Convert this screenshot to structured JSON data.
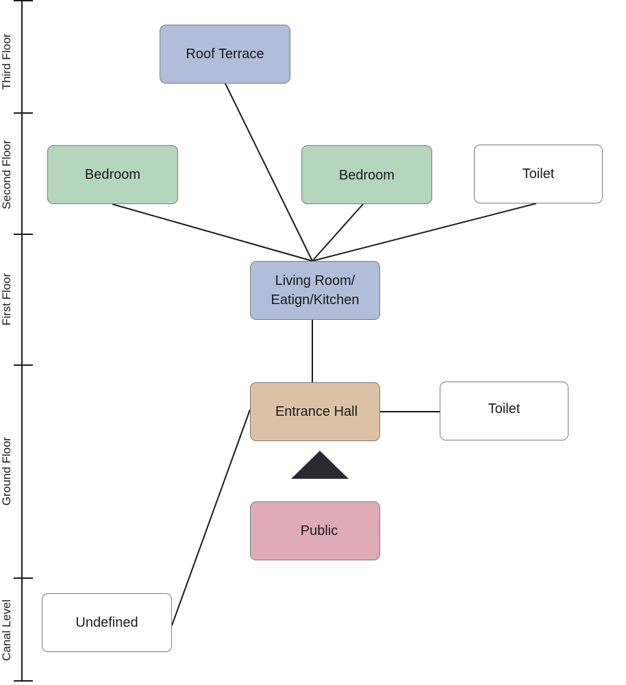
{
  "floors": [
    {
      "label": "Third Floor"
    },
    {
      "label": "Second Floor"
    },
    {
      "label": "First Floor"
    },
    {
      "label": "Ground Floor"
    },
    {
      "label": "Canal Level"
    }
  ],
  "rooms": {
    "roof_terrace": {
      "label": "Roof Terrace",
      "color": "#b1bed9"
    },
    "bedroom_left": {
      "label": "Bedroom",
      "color": "#b5d5bd"
    },
    "bedroom_right": {
      "label": "Bedroom",
      "color": "#b5d5bd"
    },
    "toilet_second": {
      "label": "Toilet",
      "color": "#ffffff"
    },
    "living_room": {
      "label": "Living Room/\nEatign/Kitchen",
      "color": "#b1bed9"
    },
    "entrance_hall": {
      "label": "Entrance Hall",
      "color": "#dbc2a7"
    },
    "toilet_ground": {
      "label": "Toilet",
      "color": "#ffffff"
    },
    "public": {
      "label": "Public",
      "color": "#dfabb6"
    },
    "undefined": {
      "label": "Undefined",
      "color": "#ffffff"
    }
  },
  "connections": [
    [
      "living_room",
      "roof_terrace"
    ],
    [
      "living_room",
      "bedroom_left"
    ],
    [
      "living_room",
      "bedroom_right"
    ],
    [
      "living_room",
      "toilet_second"
    ],
    [
      "living_room",
      "entrance_hall"
    ],
    [
      "entrance_hall",
      "toilet_ground"
    ],
    [
      "entrance_hall",
      "undefined"
    ]
  ],
  "access_icon": "triangle-up-icon"
}
